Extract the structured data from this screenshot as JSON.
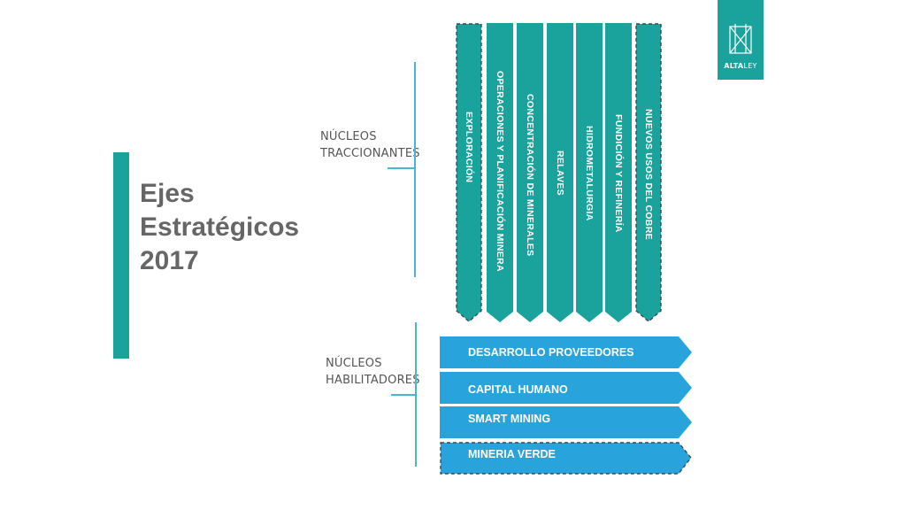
{
  "title": {
    "line1": "Ejes",
    "line2": "Estratégicos",
    "line3": "2017"
  },
  "groups": {
    "traccionantes": {
      "line1": "NÚCLEOS",
      "line2": "TRACCIONANTES"
    },
    "habilitadores": {
      "line1": "NÚCLEOS",
      "line2": "HABILITADORES"
    }
  },
  "logo": {
    "text_bold": "ALTA",
    "text_light": "LEY"
  },
  "pillars": [
    {
      "label": "EXPLORACIÓN",
      "style": "dashed"
    },
    {
      "label": "OPERACIONES Y PLANIFICACIÓN MINERA",
      "style": "solid"
    },
    {
      "label": "CONCENTRACIÓN DE MINERALES",
      "style": "solid"
    },
    {
      "label": "RELAVES",
      "style": "solid"
    },
    {
      "label": "HIDROMETALURGIA",
      "style": "solid"
    },
    {
      "label": "FUNDICIÓN Y REFINERÍA",
      "style": "solid"
    },
    {
      "label": "NUEVOS USOS DEL COBRE",
      "style": "dashed"
    }
  ],
  "enablers": [
    {
      "label": "DESARROLLO PROVEEDORES",
      "style": "solid"
    },
    {
      "label": "CAPITAL HUMANO",
      "style": "solid"
    },
    {
      "label": "SMART MINING",
      "style": "solid"
    },
    {
      "label": "MINERIA VERDE",
      "style": "dashed"
    }
  ],
  "colors": {
    "teal": "#1aa39c",
    "blue": "#29a3dc",
    "line": "#4bb5c9",
    "title": "#666666",
    "dash": "#3a4a55"
  }
}
